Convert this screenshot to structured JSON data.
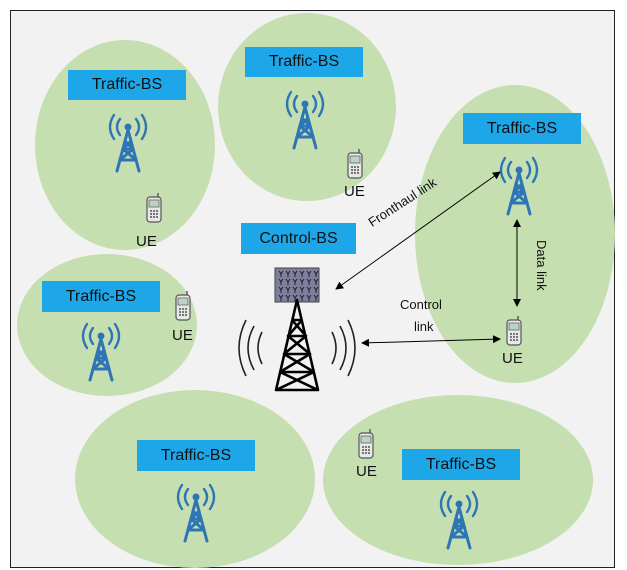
{
  "colors": {
    "cell_fill": "#c5dfb1",
    "label_fill": "#1ea7e8",
    "tower_blue": "#2e75b6",
    "background": "#f2f2f2"
  },
  "labels": {
    "traffic_bs": "Traffic-BS",
    "control_bs": "Control-BS",
    "ue": "UE",
    "fronthaul_link": "Fronthaul link",
    "data_link": "Data link",
    "control_link_line1": "Control",
    "control_link_line2": "link"
  },
  "icons": [
    "antenna-tower-icon",
    "mobile-phone-icon",
    "lattice-tower-icon",
    "antenna-array-icon"
  ]
}
